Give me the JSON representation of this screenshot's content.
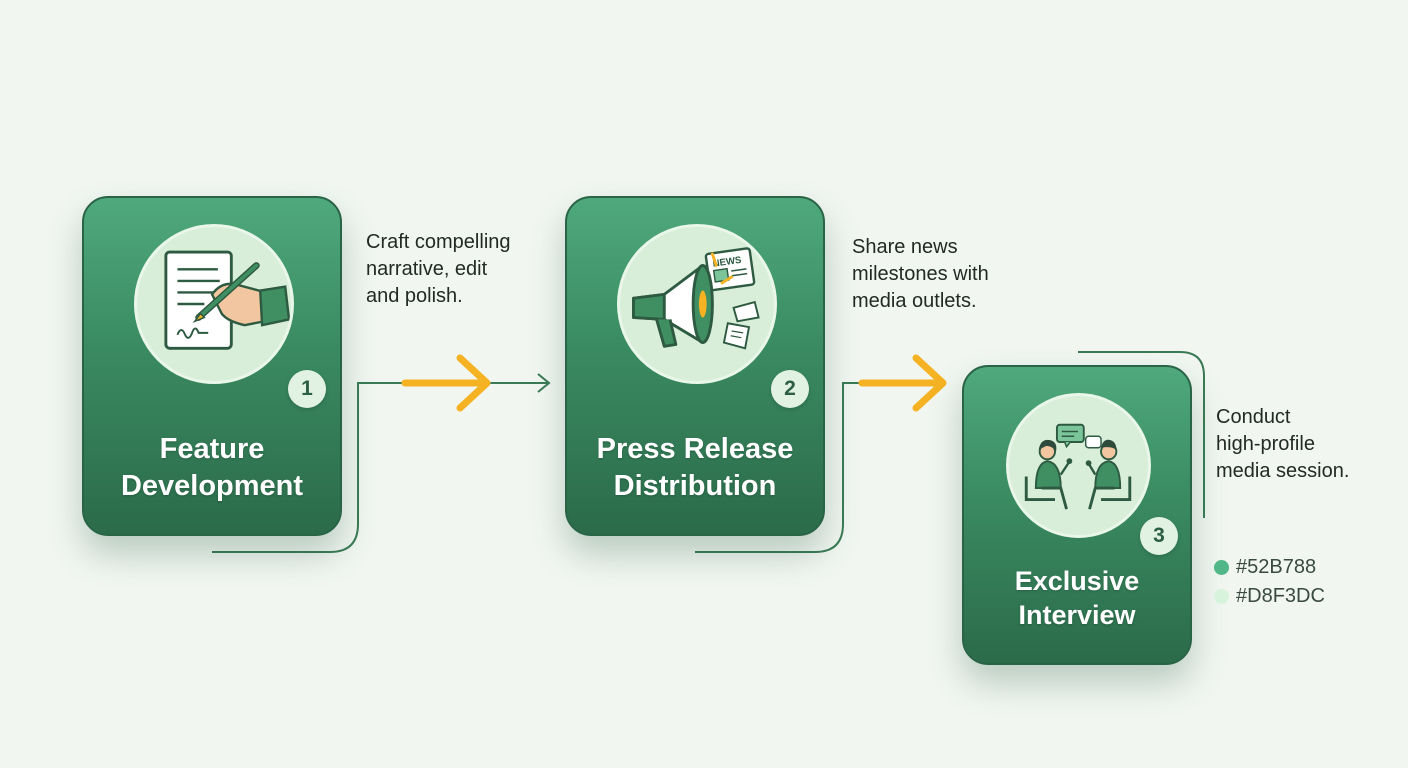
{
  "steps": [
    {
      "number": "1",
      "title_lines": [
        "Feature",
        "Development"
      ],
      "description_lines": [
        "Craft compelling",
        "narrative, edit",
        "and polish."
      ],
      "icon": "hand-signing-document-icon"
    },
    {
      "number": "2",
      "title_lines": [
        "Press Release",
        "Distribution"
      ],
      "description_lines": [
        "Share news",
        "milestones with",
        "media outlets."
      ],
      "icon": "megaphone-news-icon",
      "icon_text": "NEWS"
    },
    {
      "number": "3",
      "title_lines": [
        "Exclusive",
        "Interview"
      ],
      "description_lines": [
        "Conduct",
        "high-profile",
        "media session."
      ],
      "icon": "interview-people-icon"
    }
  ],
  "legend": [
    {
      "label": "#52B788",
      "color": "#52B788"
    },
    {
      "label": "#D8F3DC",
      "color": "#D8F3DC"
    }
  ],
  "colors": {
    "card_green": "#3a8a61",
    "circle_fill": "#d8eed9",
    "arrow_yellow": "#f5b323",
    "connector_line": "#3a7a55",
    "background": "#f1f6f1"
  }
}
